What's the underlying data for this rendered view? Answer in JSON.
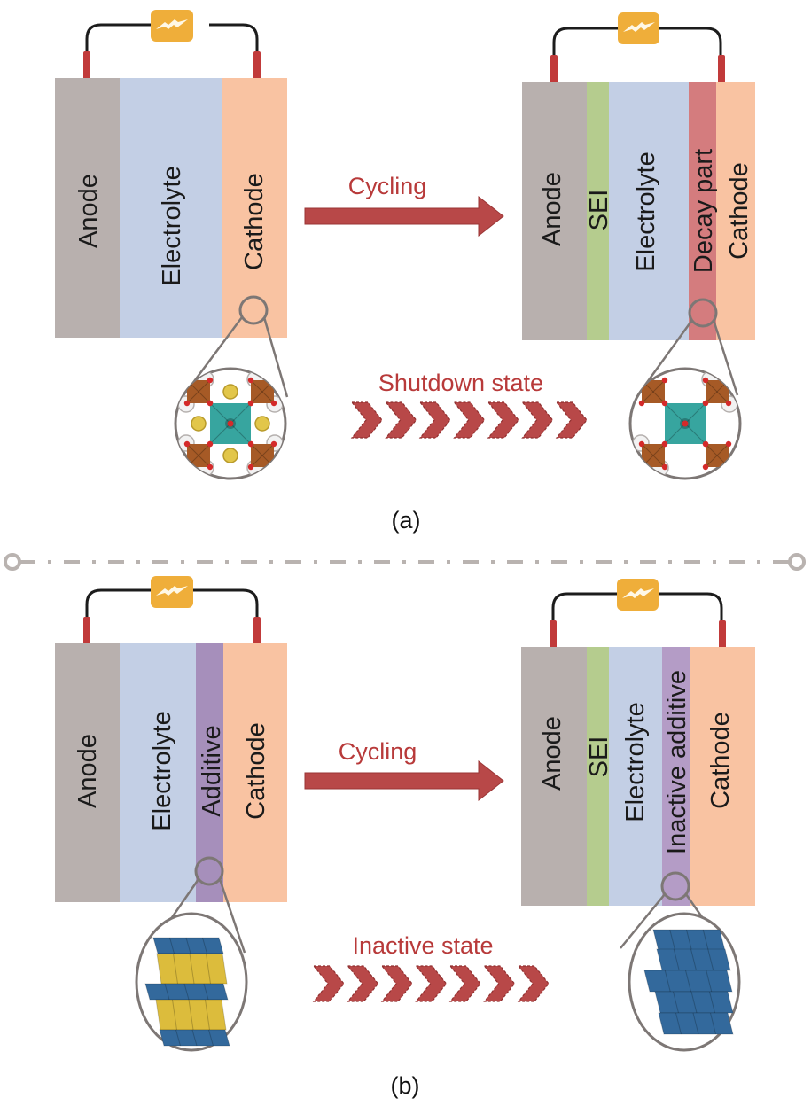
{
  "colors": {
    "anode": "#b8b0ae",
    "sei": "#b5cc8e",
    "electrolyte": "#c3cfe5",
    "cathode": "#f9c3a2",
    "decay_part": "#d47c7e",
    "additive": "#a68fbb",
    "inactive_additive": "#b49cc6",
    "arrow": "#b84848",
    "label_red": "#b83a3a",
    "load": "#efae3a",
    "wire": "#1c1c1c",
    "terminal": "#c13a3a",
    "divider": "#b9b3b0",
    "magnifier": "#7d7775",
    "octahedron_brown": "#a65a26",
    "octahedron_teal": "#37a59f",
    "oxygen": "#d42a2a",
    "ion_yellow": "#e2c64a",
    "layer_blue": "#33699c",
    "layer_yellow": "#dcbc3c"
  },
  "panel_a": {
    "caption": "(a)",
    "before_cell": {
      "layers": [
        {
          "id": "anode",
          "label": "Anode"
        },
        {
          "id": "electrolyte",
          "label": "Electrolyte"
        },
        {
          "id": "cathode",
          "label": "Cathode"
        }
      ]
    },
    "after_cell": {
      "layers": [
        {
          "id": "anode",
          "label": "Anode"
        },
        {
          "id": "sei",
          "label": "SEI"
        },
        {
          "id": "electrolyte",
          "label": "Electrolyte"
        },
        {
          "id": "decay_part",
          "label": "Decay part"
        },
        {
          "id": "cathode",
          "label": "Cathode"
        }
      ]
    },
    "process_label": "Cycling",
    "state_label": "Shutdown state",
    "chevron_count": 7
  },
  "panel_b": {
    "caption": "(b)",
    "before_cell": {
      "layers": [
        {
          "id": "anode",
          "label": "Anode"
        },
        {
          "id": "electrolyte",
          "label": "Electrolyte"
        },
        {
          "id": "additive",
          "label": "Additive"
        },
        {
          "id": "cathode",
          "label": "Cathode"
        }
      ]
    },
    "after_cell": {
      "layers": [
        {
          "id": "anode",
          "label": "Anode"
        },
        {
          "id": "sei",
          "label": "SEI"
        },
        {
          "id": "electrolyte",
          "label": "Electrolyte"
        },
        {
          "id": "inactive_additive",
          "label": "Inactive additive"
        },
        {
          "id": "cathode",
          "label": "Cathode"
        }
      ]
    },
    "process_label": "Cycling",
    "state_label": "Inactive state",
    "chevron_count": 7
  },
  "icons": {
    "load": "lightning-bolt-icon",
    "magnifier": "magnifier-circle-icon",
    "arrow": "right-arrow-icon",
    "chevron": "chevron-right-icon"
  }
}
